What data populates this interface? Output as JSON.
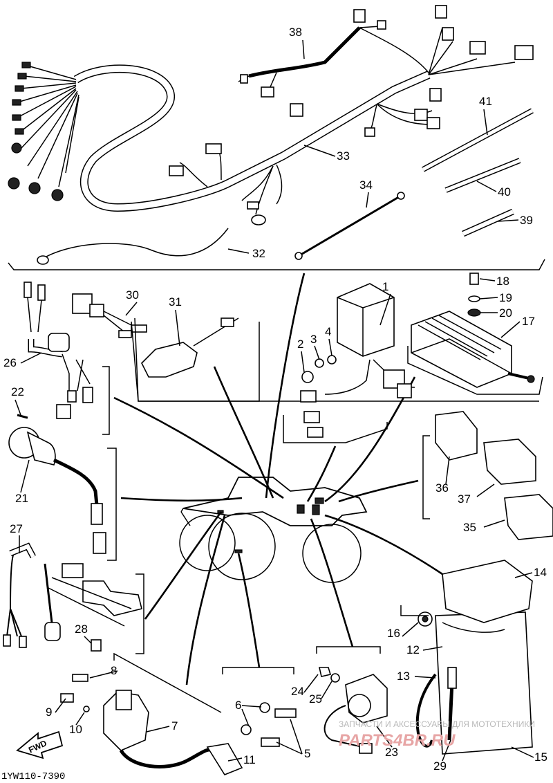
{
  "diagram": {
    "part_labels": [
      "1",
      "2",
      "3",
      "4",
      "5",
      "6",
      "7",
      "8",
      "9",
      "10",
      "11",
      "12",
      "13",
      "14",
      "15",
      "16",
      "17",
      "18",
      "19",
      "20",
      "21",
      "22",
      "23",
      "24",
      "25",
      "26",
      "27",
      "28",
      "29",
      "30",
      "31",
      "32",
      "33",
      "34",
      "35",
      "36",
      "37",
      "38",
      "39",
      "40",
      "41"
    ],
    "figure_code": "1YW110-7390",
    "fwd_arrow_label": "FWD",
    "watermark_top": "ЗАПЧАСТИ И АКСЕССУАРЫ ДЛЯ МОТОТЕХНИКИ",
    "watermark_main": "PARTS4BR.RU"
  }
}
